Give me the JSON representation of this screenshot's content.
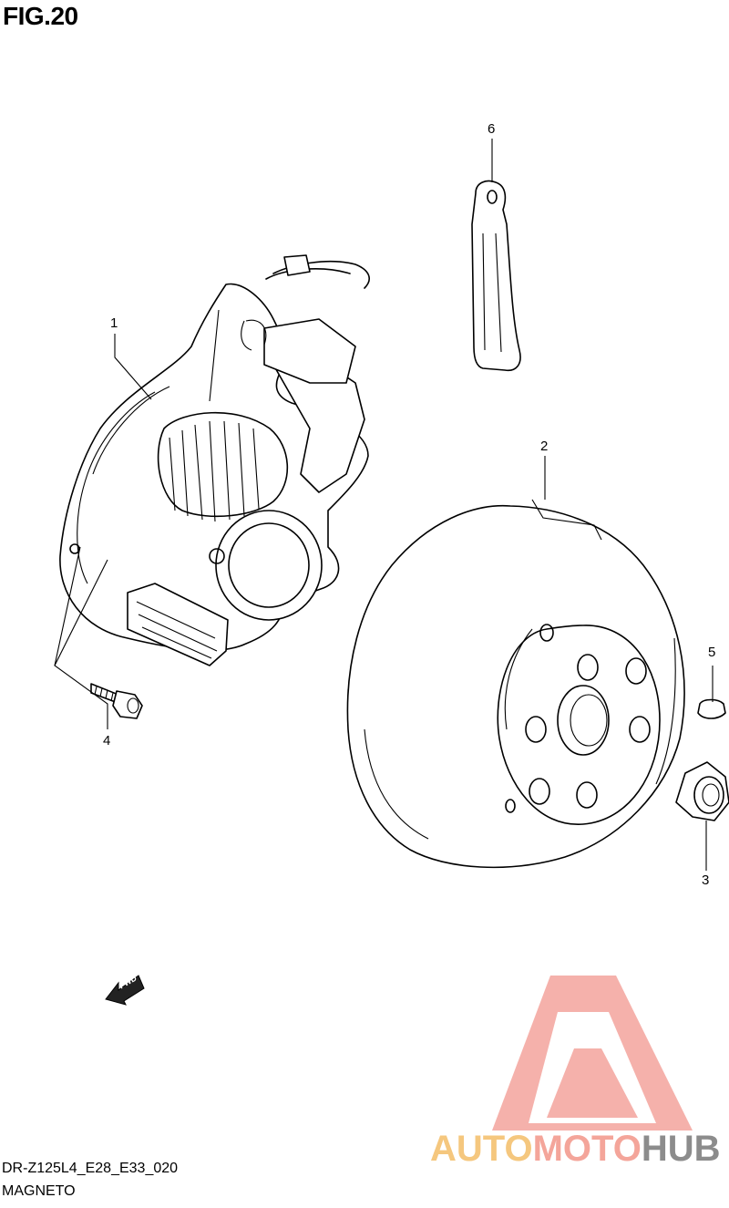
{
  "figure": {
    "title": "FIG.20",
    "diagram_code": "DR-Z125L4_E28_E33_020",
    "section_name": "MAGNETO"
  },
  "callouts": [
    {
      "id": "1"
    },
    {
      "id": "2"
    },
    {
      "id": "3"
    },
    {
      "id": "4"
    },
    {
      "id": "5"
    },
    {
      "id": "6"
    }
  ],
  "direction_marker": {
    "text": "FWD"
  },
  "watermark": {
    "brand_part1": "AUTO",
    "brand_part2": "MOTO",
    "brand_part3": "HUB",
    "colors": {
      "auto": "#f5c77e",
      "moto": "#f4a59a",
      "hub": "#8c8c8c",
      "logo": "#f3a29c"
    }
  }
}
